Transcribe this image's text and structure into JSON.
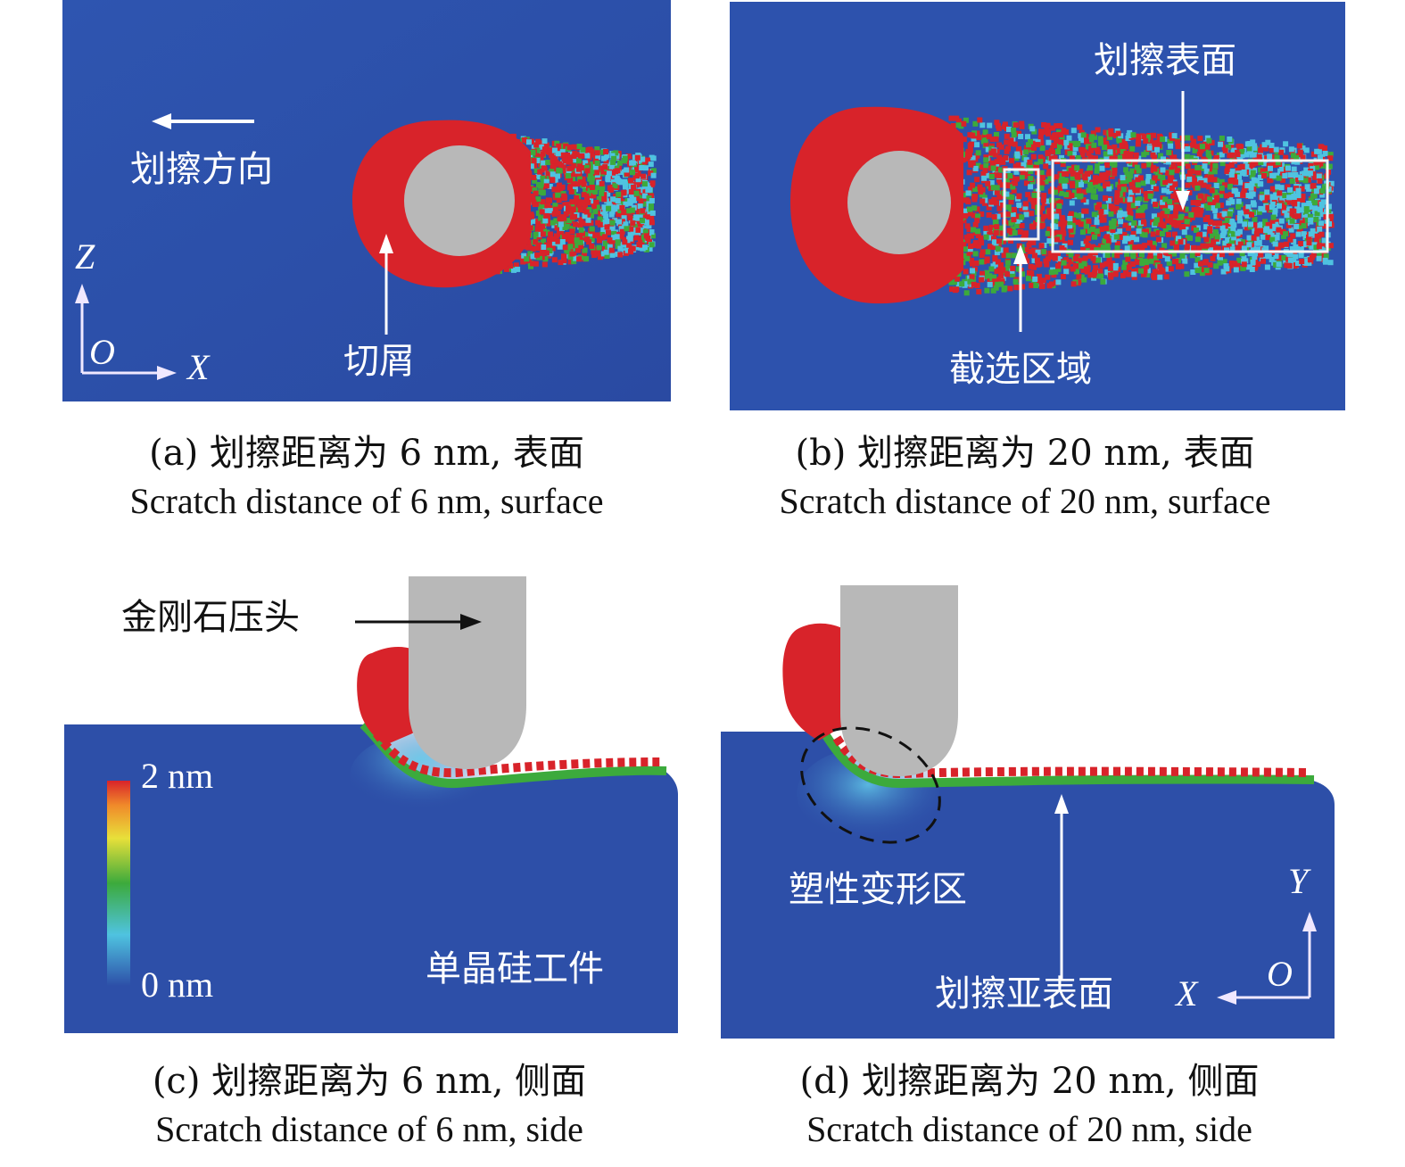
{
  "panels": {
    "a": {
      "caption_zh": "(a) 划擦距离为 6 nm, 表面",
      "caption_en": "Scratch distance of 6 nm, surface",
      "label_direction": "划擦方向",
      "label_chip": "切屑",
      "axis_z": "Z",
      "axis_o": "O",
      "axis_x": "X"
    },
    "b": {
      "caption_zh": "(b) 划擦距离为 20 nm, 表面",
      "caption_en": "Scratch distance of 20 nm, surface",
      "label_surface": "划擦表面",
      "label_region": "截选区域"
    },
    "c": {
      "caption_zh": "(c) 划擦距离为 6 nm, 侧面",
      "caption_en": "Scratch distance of 6 nm, side",
      "label_indenter": "金刚石压头",
      "label_workpiece": "单晶硅工件",
      "colorbar_max": "2 nm",
      "colorbar_min": "0 nm"
    },
    "d": {
      "caption_zh": "(d) 划擦距离为 20 nm, 侧面",
      "caption_en": "Scratch distance of 20 nm, side",
      "label_plastic": "塑性变形区",
      "label_subsurface": "划擦亚表面",
      "axis_y": "Y",
      "axis_o": "O",
      "axis_x": "X"
    }
  },
  "colors": {
    "substrate": "#2d4fa8",
    "chip": "#d8232a",
    "indenter": "#b8b8b8",
    "mixed_green": "#3caa3c",
    "mixed_cyan": "#4fc3e0"
  }
}
